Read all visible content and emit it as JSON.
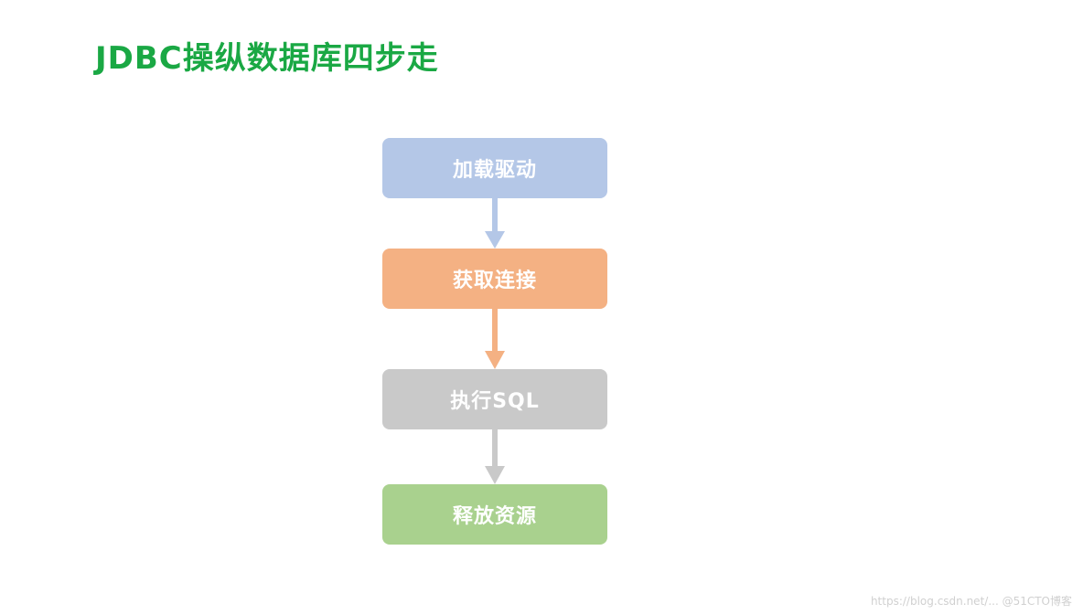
{
  "title": "JDBC操纵数据库四步走",
  "steps": [
    {
      "label": "加载驱动",
      "color": "#b4c7e7"
    },
    {
      "label": "获取连接",
      "color": "#f4b183"
    },
    {
      "label": "执行SQL",
      "color": "#c9c9c9"
    },
    {
      "label": "释放资源",
      "color": "#a9d18e"
    }
  ],
  "arrow_colors": [
    "#b4c7e7",
    "#f4b183",
    "#c9c9c9"
  ],
  "watermark": "https://blog.csdn.net/... @51CTO博客"
}
